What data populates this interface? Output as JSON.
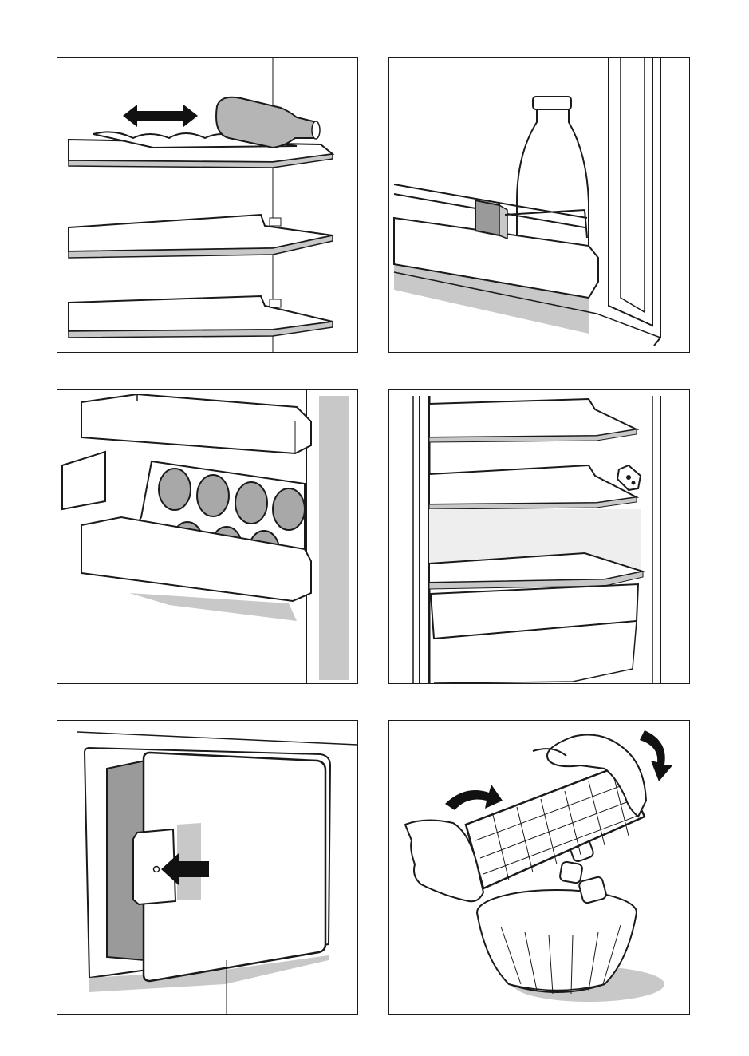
{
  "page": {
    "panels": [
      {
        "id": "p1",
        "depicts": "shelves-with-bottle-rack"
      },
      {
        "id": "p2",
        "depicts": "door-bottle-shelf-with-holder"
      },
      {
        "id": "p3",
        "depicts": "door-shelf-egg-tray"
      },
      {
        "id": "p4",
        "depicts": "interior-shelves-and-crisper-drawer"
      },
      {
        "id": "p5",
        "depicts": "freezer-compartment-door-latch"
      },
      {
        "id": "p6",
        "depicts": "ice-cube-tray-emptying"
      }
    ]
  },
  "colors": {
    "line": "#1a1a1a",
    "shade": "#c8c8c8",
    "dark_shade": "#9a9a9a",
    "egg": "#a8a8a8"
  }
}
